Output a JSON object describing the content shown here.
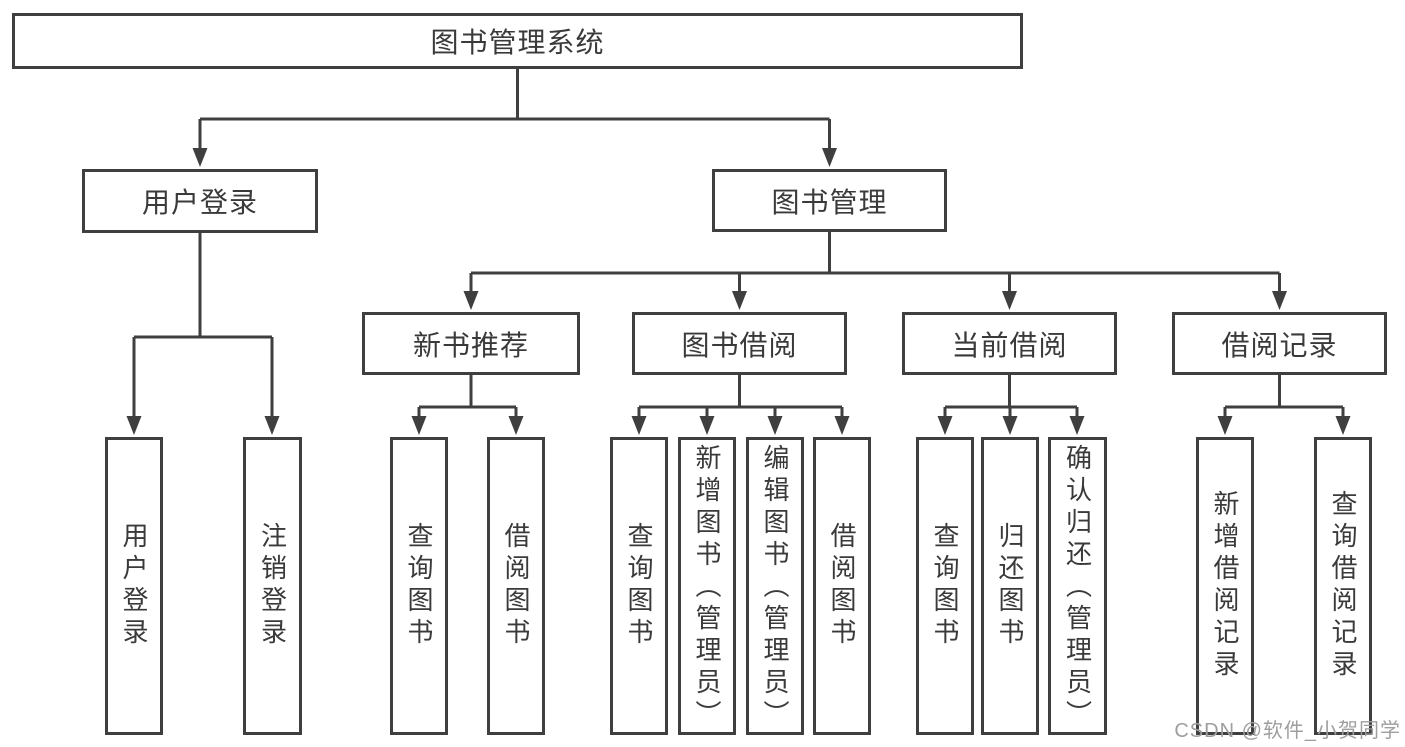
{
  "nodes": {
    "root": "图书管理系统",
    "user_login": "用户登录",
    "book_mgmt": "图书管理",
    "new_book_rec": "新书推荐",
    "book_borrow": "图书借阅",
    "current_borrow": "当前借阅",
    "borrow_record": "借阅记录",
    "leaf_user_login": "用户登录",
    "leaf_logout": "注销登录",
    "leaf_query_book_1": "查询图书",
    "leaf_borrow_book_1": "借阅图书",
    "leaf_query_book_2": "查询图书",
    "leaf_add_book": "新增图书（管理员）",
    "leaf_edit_book": "编辑图书（管理员）",
    "leaf_borrow_book_2": "借阅图书",
    "leaf_query_book_3": "查询图书",
    "leaf_return_book": "归还图书",
    "leaf_confirm_return": "确认归还（管理员）",
    "leaf_add_record": "新增借阅记录",
    "leaf_query_record": "查询借阅记录"
  },
  "hierarchy": {
    "图书管理系统": {
      "用户登录": [
        "用户登录",
        "注销登录"
      ],
      "图书管理": {
        "新书推荐": [
          "查询图书",
          "借阅图书"
        ],
        "图书借阅": [
          "查询图书",
          "新增图书（管理员）",
          "编辑图书（管理员）",
          "借阅图书"
        ],
        "当前借阅": [
          "查询图书",
          "归还图书",
          "确认归还（管理员）"
        ],
        "借阅记录": [
          "新增借阅记录",
          "查询借阅记录"
        ]
      }
    }
  },
  "watermark": "CSDN @软件_小贺同学",
  "colors": {
    "line": "#3f3f3f",
    "text": "#3a3a3a",
    "background": "#ffffff",
    "watermark": "#9e9e9e"
  }
}
